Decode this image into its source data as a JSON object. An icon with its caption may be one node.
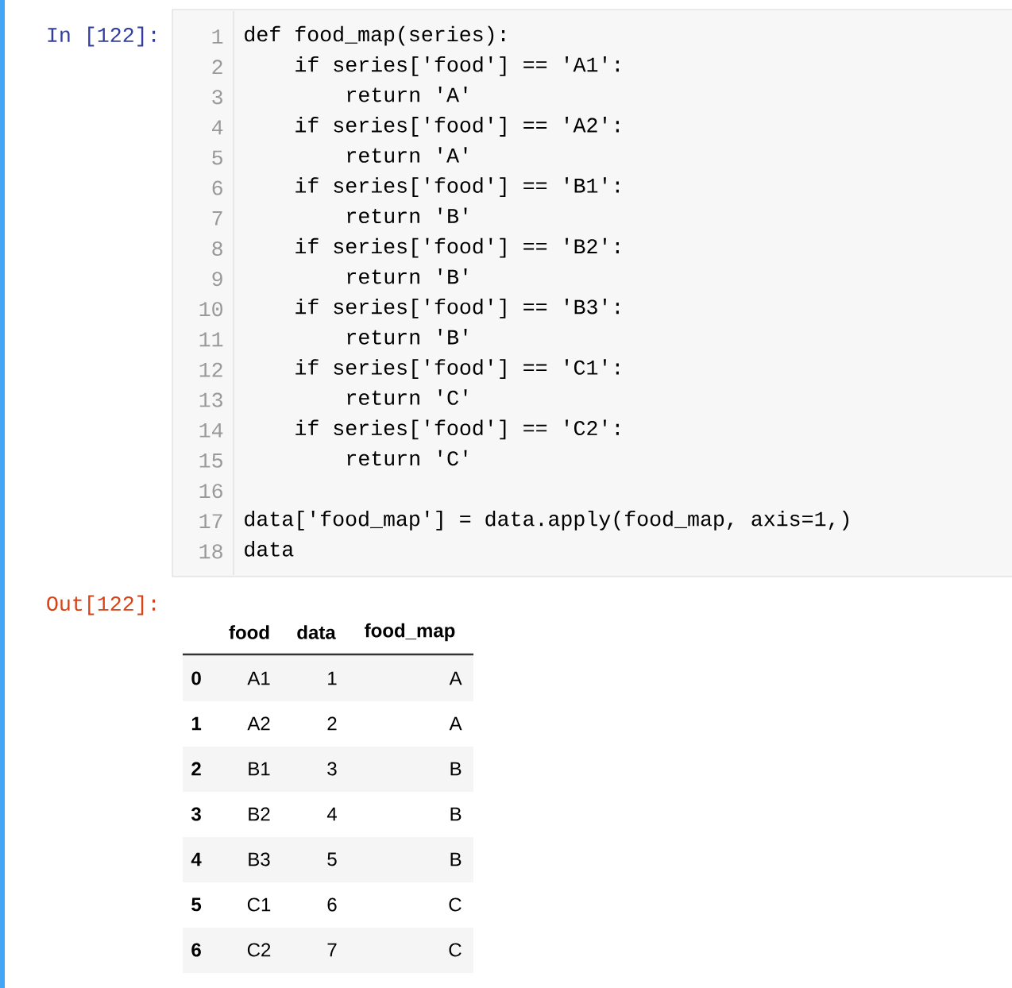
{
  "diagram": {
    "labels": [
      "In [122]:",
      "1",
      "def food_map(series):",
      "2",
      "if series['food'] == 'A1':",
      "3",
      "return 'A'",
      "4",
      "if series['food'] == 'A2':",
      "5",
      "return 'A'",
      "6",
      "if series['food'] == 'B1':",
      "7",
      "return 'B'",
      "8",
      "if series['food'] == 'B2':",
      "9",
      "return 'B'",
      "10",
      "if series['food'] == 'B3':",
      "11",
      "return 'B'",
      "12",
      "if series['food'] == 'C1':",
      "13",
      "return 'C'",
      "14",
      "if series['food'] == 'C2':",
      "15",
      "return 'C'",
      "16",
      "17",
      "data['food_map'] = data.apply(food_map, axis=1,)",
      "18",
      "data",
      "Out[122]:",
      "food",
      "data",
      "food_map",
      "0",
      "A1",
      "1",
      "A",
      "1",
      "A2",
      "2",
      "A",
      "2",
      "B1",
      "3",
      "B",
      "3",
      "B2",
      "4",
      "B",
      "4",
      "B3",
      "5",
      "B",
      "5",
      "C1",
      "6",
      "C",
      "6",
      "C2",
      "7",
      "C"
    ]
  }
}
